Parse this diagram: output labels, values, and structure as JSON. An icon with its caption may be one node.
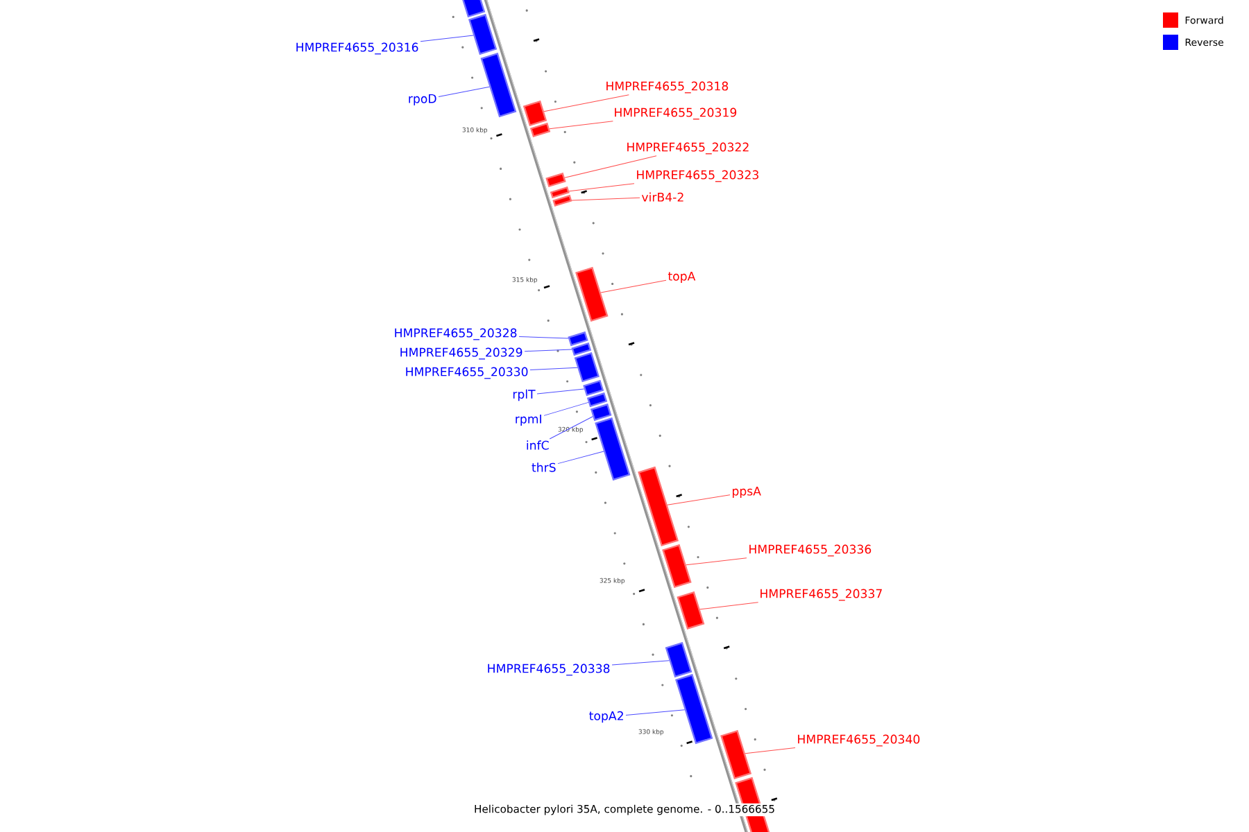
{
  "diagram": {
    "caption": "Helicobacter pylori 35A, complete genome. - 0..1566655",
    "nodes": [
      {
        "text": [],
        "shape": "bar"
      },
      {
        "text": [
          "HMPREF4655_20316"
        ]
      },
      {
        "text": [],
        "shape": "bar"
      },
      {
        "text": [
          "rpoD"
        ]
      },
      {
        "text": [],
        "shape": "bar"
      },
      {
        "text": [
          "HMPREF4655_20318"
        ]
      },
      {
        "text": [],
        "shape": "bar"
      },
      {
        "text": [
          "HMPREF4655_20319"
        ]
      },
      {
        "text": [],
        "shape": "bar"
      },
      {
        "text": [
          "HMPREF4655_20322"
        ]
      },
      {
        "text": [],
        "shape": "bar"
      },
      {
        "text": [
          "HMPREF4655_20323"
        ]
      },
      {
        "text": [],
        "shape": "bar"
      },
      {
        "text": [
          "virB4-2"
        ]
      },
      {
        "text": [],
        "shape": "bar"
      },
      {
        "text": [
          "topA"
        ]
      },
      {
        "text": [],
        "shape": "bar"
      },
      {
        "text": [
          "HMPREF4655_20328"
        ]
      },
      {
        "text": [],
        "shape": "bar"
      },
      {
        "text": [
          "HMPREF4655_20329"
        ]
      },
      {
        "text": [],
        "shape": "bar"
      },
      {
        "text": [
          "HMPREF4655_20330"
        ]
      },
      {
        "text": [],
        "shape": "bar"
      },
      {
        "text": [
          "rplT"
        ]
      },
      {
        "text": [],
        "shape": "bar"
      },
      {
        "text": [
          "rpmI"
        ]
      },
      {
        "text": [],
        "shape": "bar"
      },
      {
        "text": [
          "infC"
        ]
      },
      {
        "text": [],
        "shape": "bar"
      },
      {
        "text": [
          "thrS"
        ]
      },
      {
        "text": [],
        "shape": "bar"
      },
      {
        "text": [
          "ppsA"
        ]
      },
      {
        "text": [],
        "shape": "bar"
      },
      {
        "text": [
          "HMPREF4655_20336"
        ]
      },
      {
        "text": [],
        "shape": "bar"
      },
      {
        "text": [
          "HMPREF4655_20337"
        ]
      },
      {
        "text": [],
        "shape": "bar"
      },
      {
        "text": [
          "HMPREF4655_20338"
        ]
      },
      {
        "text": [],
        "shape": "bar"
      },
      {
        "text": [
          "topA2"
        ]
      },
      {
        "text": [],
        "shape": "bar"
      },
      {
        "text": [
          "HMPREF4655_20340"
        ]
      },
      {
        "text": [],
        "shape": "bar"
      },
      {
        "text": [],
        "shape": "bar"
      }
    ],
    "edges": [
      {
        "from": 1,
        "to": 2,
        "arrow": "none"
      },
      {
        "from": 3,
        "to": 4,
        "arrow": "none"
      },
      {
        "from": 5,
        "to": 6,
        "arrow": "none",
        "color": "#ff4c4c"
      },
      {
        "from": 7,
        "to": 8,
        "arrow": "none",
        "color": "#ff4c4c"
      },
      {
        "from": 9,
        "to": 10,
        "arrow": "none",
        "color": "#ff4c4c"
      },
      {
        "from": 11,
        "to": 12,
        "arrow": "none",
        "color": "#ff4c4c"
      },
      {
        "from": 13,
        "to": 14,
        "arrow": "none",
        "color": "#ff4c4c"
      },
      {
        "from": 15,
        "to": 16,
        "arrow": "none",
        "color": "#ff4c4c"
      },
      {
        "from": 17,
        "to": 18,
        "arrow": "none"
      },
      {
        "from": 19,
        "to": 20,
        "arrow": "none"
      },
      {
        "from": 21,
        "to": 22,
        "arrow": "none"
      },
      {
        "from": 23,
        "to": 24,
        "arrow": "none"
      },
      {
        "from": 25,
        "to": 26,
        "arrow": "none"
      },
      {
        "from": 27,
        "to": 28,
        "arrow": "none"
      },
      {
        "from": 29,
        "to": 30,
        "arrow": "none"
      },
      {
        "from": 31,
        "to": 32,
        "arrow": "none",
        "color": "#ff4c4c"
      },
      {
        "from": 33,
        "to": 34,
        "arrow": "none",
        "color": "#ff4c4c"
      },
      {
        "from": 35,
        "to": 36,
        "arrow": "none",
        "color": "#ff4c4c"
      },
      {
        "from": 37,
        "to": 38,
        "arrow": "none"
      },
      {
        "from": 39,
        "to": 40,
        "arrow": "none"
      },
      {
        "from": 41,
        "to": 42,
        "arrow": "none",
        "color": "#ff4c4c"
      }
    ],
    "labels": [
      "310 kbp",
      "315 kbp",
      "320 kbp",
      "325 kbp",
      "330 kbp"
    ],
    "legend": [
      {
        "text": "Forward",
        "color": "#ff0000"
      },
      {
        "text": "Reverse",
        "color": "#0000ff"
      }
    ]
  }
}
